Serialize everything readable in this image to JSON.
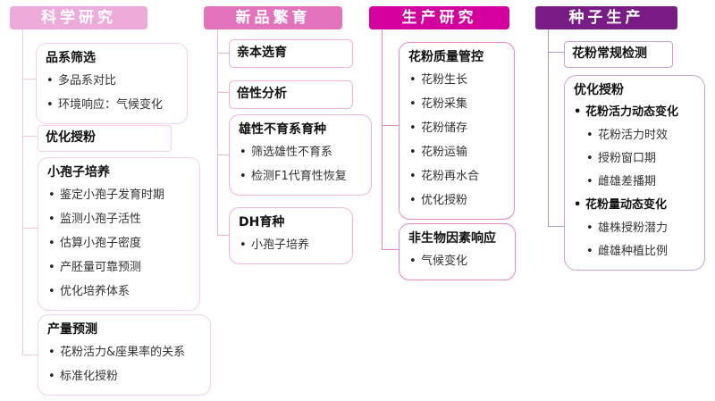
{
  "diagram": {
    "columns": [
      {
        "id": "scientific-research",
        "header": {
          "label": "科学研究",
          "bg": "#efaadc"
        },
        "accent": {
          "border": "#f5d0ea",
          "line": "#f2c6e5"
        },
        "boxes": [
          {
            "title": "品系筛选",
            "bullets": [
              "多品系对比",
              "环境响应：气候变化"
            ]
          },
          {
            "title": "优化授粉",
            "bullets": []
          },
          {
            "title": "小孢子培养",
            "bullets": [
              "鉴定小孢子发育时期",
              "监测小孢子活性",
              "估算小孢子密度",
              "产胚量可靠预测",
              "优化培养体系"
            ]
          },
          {
            "title": "产量预测",
            "bullets": [
              "花粉活力&座果率的关系",
              "标准化授粉"
            ]
          }
        ]
      },
      {
        "id": "new-variety-breeding",
        "header": {
          "label": "新品繁育",
          "bg": "#e273bc"
        },
        "accent": {
          "border": "#f0b4da",
          "line": "#efb2da"
        },
        "boxes": [
          {
            "title": "亲本选育",
            "bullets": []
          },
          {
            "title": "倍性分析",
            "bullets": []
          },
          {
            "title": "雄性不育系育种",
            "bullets": [
              "筛选雄性不育系",
              "检测F1代育性恢复"
            ]
          },
          {
            "title": "DH育种",
            "bullets": [
              "小孢子培养"
            ]
          }
        ]
      },
      {
        "id": "production-research",
        "header": {
          "label": "生产研究",
          "bg": "#d3009e"
        },
        "accent": {
          "border": "#ea86cb",
          "line": "#ea86cb"
        },
        "boxes": [
          {
            "title": "花粉质量管控",
            "bullets": [
              "花粉生长",
              "花粉采集",
              "花粉储存",
              "花粉运输",
              "花粉再水合",
              "优化授粉"
            ]
          },
          {
            "title": "非生物因素响应",
            "bullets": [
              "气候变化"
            ]
          }
        ]
      },
      {
        "id": "seed-production",
        "header": {
          "label": "种子生产",
          "bg": "#7a1c86"
        },
        "accent": {
          "border": "#c8a1d6",
          "line": "#b794c8"
        },
        "boxes": [
          {
            "title": "花粉常规检测",
            "bullets": []
          },
          {
            "title": "优化授粉",
            "items": [
              {
                "text": "花粉活力动态变化",
                "level": 1
              },
              {
                "text": "花粉活力时效",
                "level": 2
              },
              {
                "text": "授粉窗口期",
                "level": 2
              },
              {
                "text": "雌雄差播期",
                "level": 2
              },
              {
                "text": "花粉量动态变化",
                "level": 1
              },
              {
                "text": "雄株授粉潜力",
                "level": 2
              },
              {
                "text": "雌雄种植比例",
                "level": 2
              }
            ]
          }
        ]
      }
    ]
  }
}
